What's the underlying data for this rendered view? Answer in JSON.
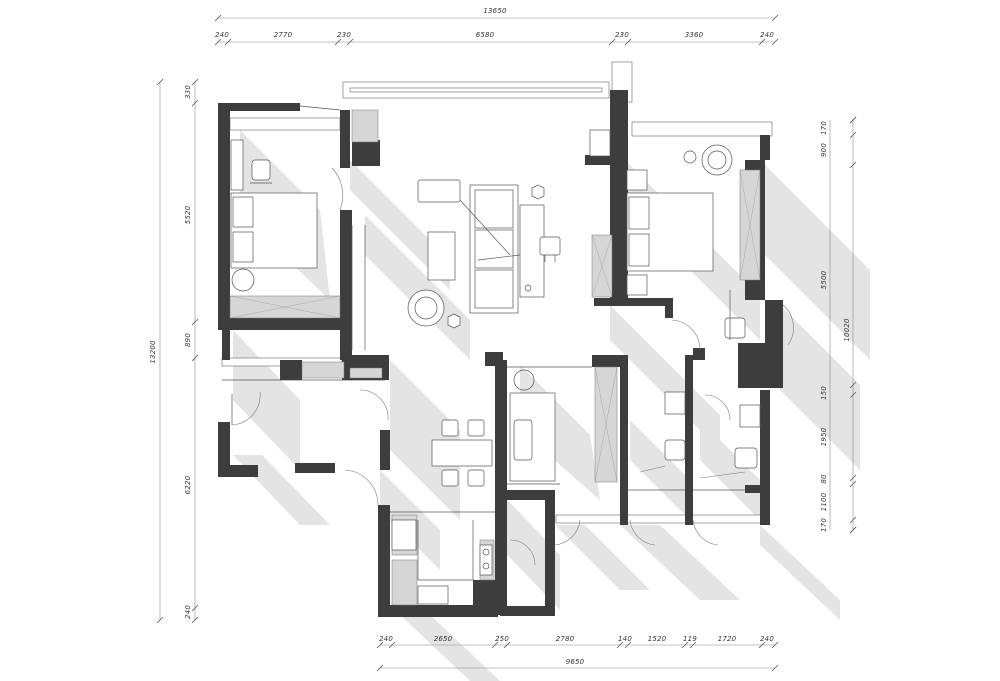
{
  "dimensions": {
    "top_total": "13650",
    "top_segments": [
      "240",
      "2770",
      "230",
      "6580",
      "230",
      "3360",
      "240"
    ],
    "bottom_total": "9650",
    "bottom_segments": [
      "240",
      "2650",
      "250",
      "2780",
      "140",
      "1520",
      "119",
      "1720",
      "240"
    ],
    "left_total": "13200",
    "left_segments": [
      "330",
      "5520",
      "890",
      "6220",
      "240"
    ],
    "right_total": "10020",
    "right_segments": [
      "170",
      "900",
      "5500",
      "150",
      "1950",
      "80",
      "1100",
      "170"
    ]
  },
  "colors": {
    "wall": "#3d3d3d",
    "shadow": "#e4e4e4",
    "cabinet": "#d6d6d6",
    "line": "#555555"
  }
}
